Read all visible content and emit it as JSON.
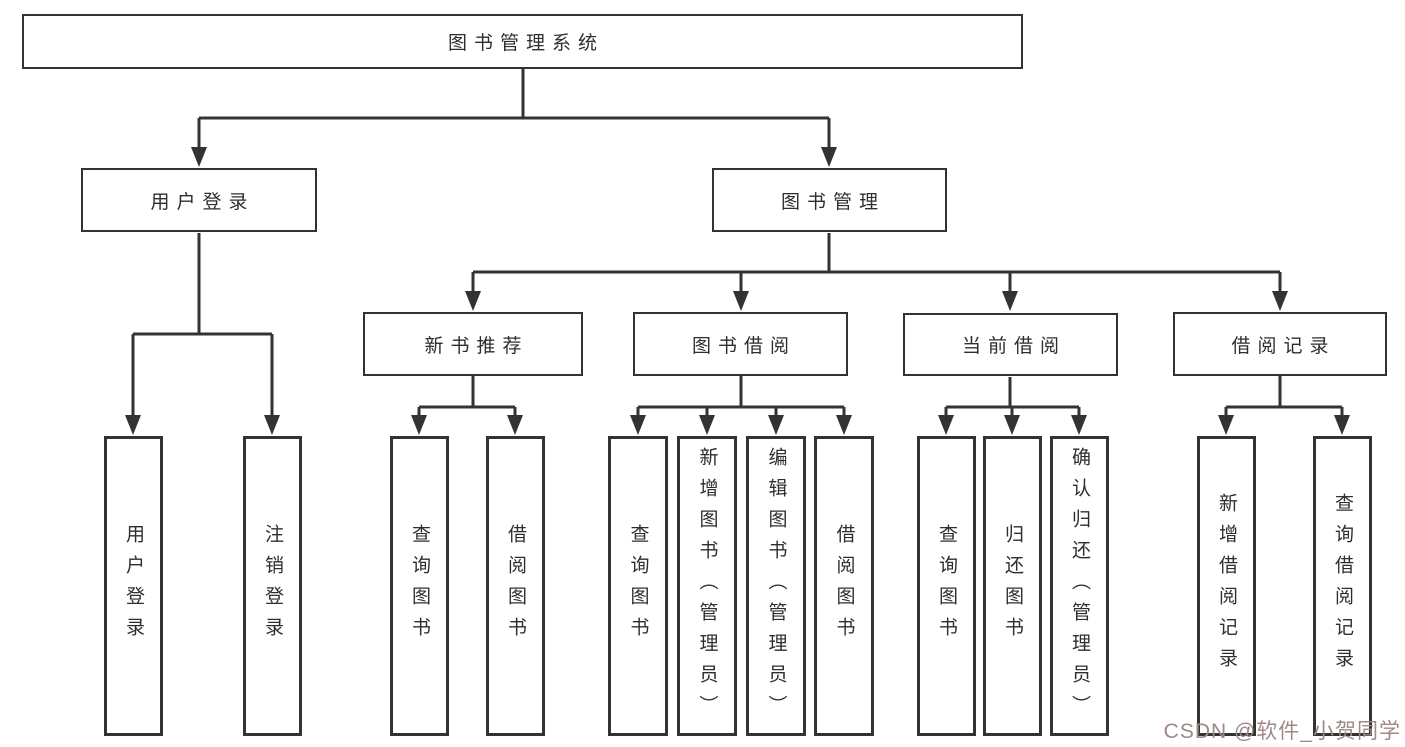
{
  "tree": {
    "root": "图书管理系统",
    "level2": [
      "用户登录",
      "图书管理"
    ],
    "level3": [
      "新书推荐",
      "图书借阅",
      "当前借阅",
      "借阅记录"
    ],
    "leaves": {
      "g1": [
        "用户登录",
        "注销登录"
      ],
      "g2": [
        "查询图书",
        "借阅图书"
      ],
      "g3": [
        "查询图书",
        "新增图书（管理员）",
        "编辑图书（管理员）",
        "借阅图书"
      ],
      "g4": [
        "查询图书",
        "归还图书",
        "确认归还（管理员）"
      ],
      "g5": [
        "新增借阅记录",
        "查询借阅记录"
      ]
    }
  },
  "watermark": {
    "text": "CSDN @软件_小贺同学",
    "color": "#a08888"
  },
  "colors": {
    "line": "#333333",
    "background": "#ffffff",
    "text": "#2e2e2e"
  }
}
